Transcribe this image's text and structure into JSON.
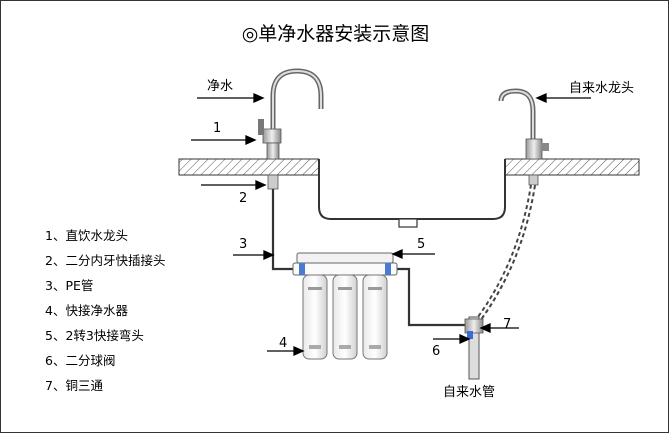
{
  "title": "◎单净水器安装示意图",
  "labels": {
    "pure_water": "净水",
    "tap_water_faucet": "自来水龙头",
    "tap_water_pipe": "自来水管"
  },
  "callout_numbers": [
    "1",
    "2",
    "3",
    "4",
    "5",
    "6",
    "7"
  ],
  "legend": [
    "1、直饮水龙头",
    "2、二分内牙快插接头",
    "3、PE管",
    "4、快接净水器",
    "5、2转3快接弯头",
    "6、二分球阀",
    "7、铜三通"
  ]
}
